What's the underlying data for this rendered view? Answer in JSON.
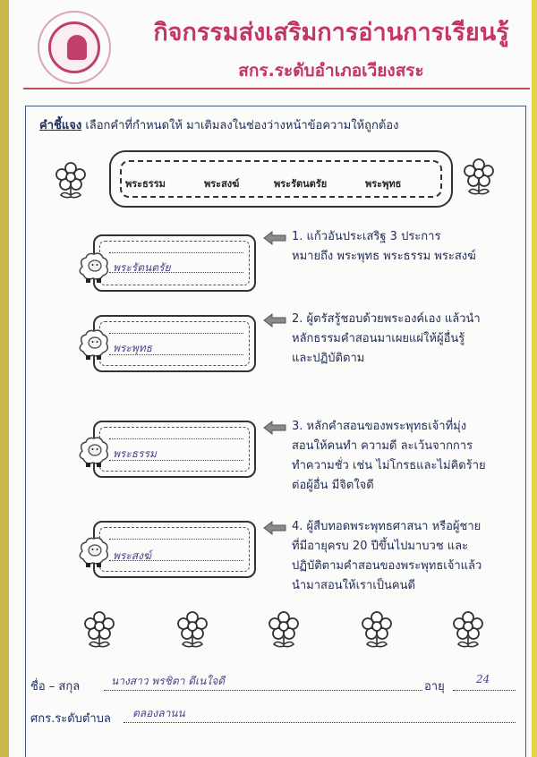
{
  "header": {
    "title": "กิจกรรมส่งเสริมการอ่านการเรียนรู้",
    "subtitle": "สกร.ระดับอำเภอเวียงสระ",
    "colors": {
      "accent": "#c43567",
      "ink": "#1f2c5c",
      "handwriting": "#4b3f8c"
    }
  },
  "instructions": {
    "heading": "คำชี้แจง",
    "text": "เลือกคำที่กำหนดให้ มาเติมลงในช่องว่างหน้าข้อความให้ถูกต้อง"
  },
  "word_bank": [
    "พระธรรม",
    "พระสงฆ์",
    "พระรัตนตรัย",
    "พระพุทธ"
  ],
  "questions": [
    {
      "answer": "พระรัตนตรัย",
      "lines": [
        "1. แก้วอันประเสริฐ 3 ประการ",
        "หมายถึง พระพุทธ พระธรรม พระสงฆ์"
      ]
    },
    {
      "answer": "พระพุทธ",
      "lines": [
        "2. ผู้ตรัสรู้ชอบด้วยพระองค์เอง แล้วนำ",
        "หลักธรรมคำสอนมาเผยแผ่ให้ผู้อื่นรู้",
        "และปฏิบัติตาม"
      ]
    },
    {
      "answer": "พระธรรม",
      "lines": [
        "3. หลักคำสอนของพระพุทธเจ้าที่มุ่ง",
        "สอนให้คนทำ ความดี ละเว้นจากการ",
        "ทำความชั่ว เช่น ไม่โกรธและไม่คิดร้าย",
        "ต่อผู้อื่น มีจิตใจดี"
      ]
    },
    {
      "answer": "พระสงฆ์",
      "lines": [
        "4. ผู้สืบทอดพระพุทธศาสนา หรือผู้ชาย",
        "ที่มีอายุครบ 20 ปีขึ้นไปมาบวช และ",
        "ปฏิบัติตามคำสอนของพระพุทธเจ้าแล้ว",
        "นำมาสอนให้เราเป็นคนดี"
      ]
    }
  ],
  "footer": {
    "name_label": "ชื่อ – สกุล",
    "name_value": "นางสาว พรชิตา ดีเนใจดี",
    "age_label": "อายุ",
    "age_value": "24",
    "school_label": "ศกร.ระดับตำบล",
    "school_value": "ตลองลานน"
  }
}
